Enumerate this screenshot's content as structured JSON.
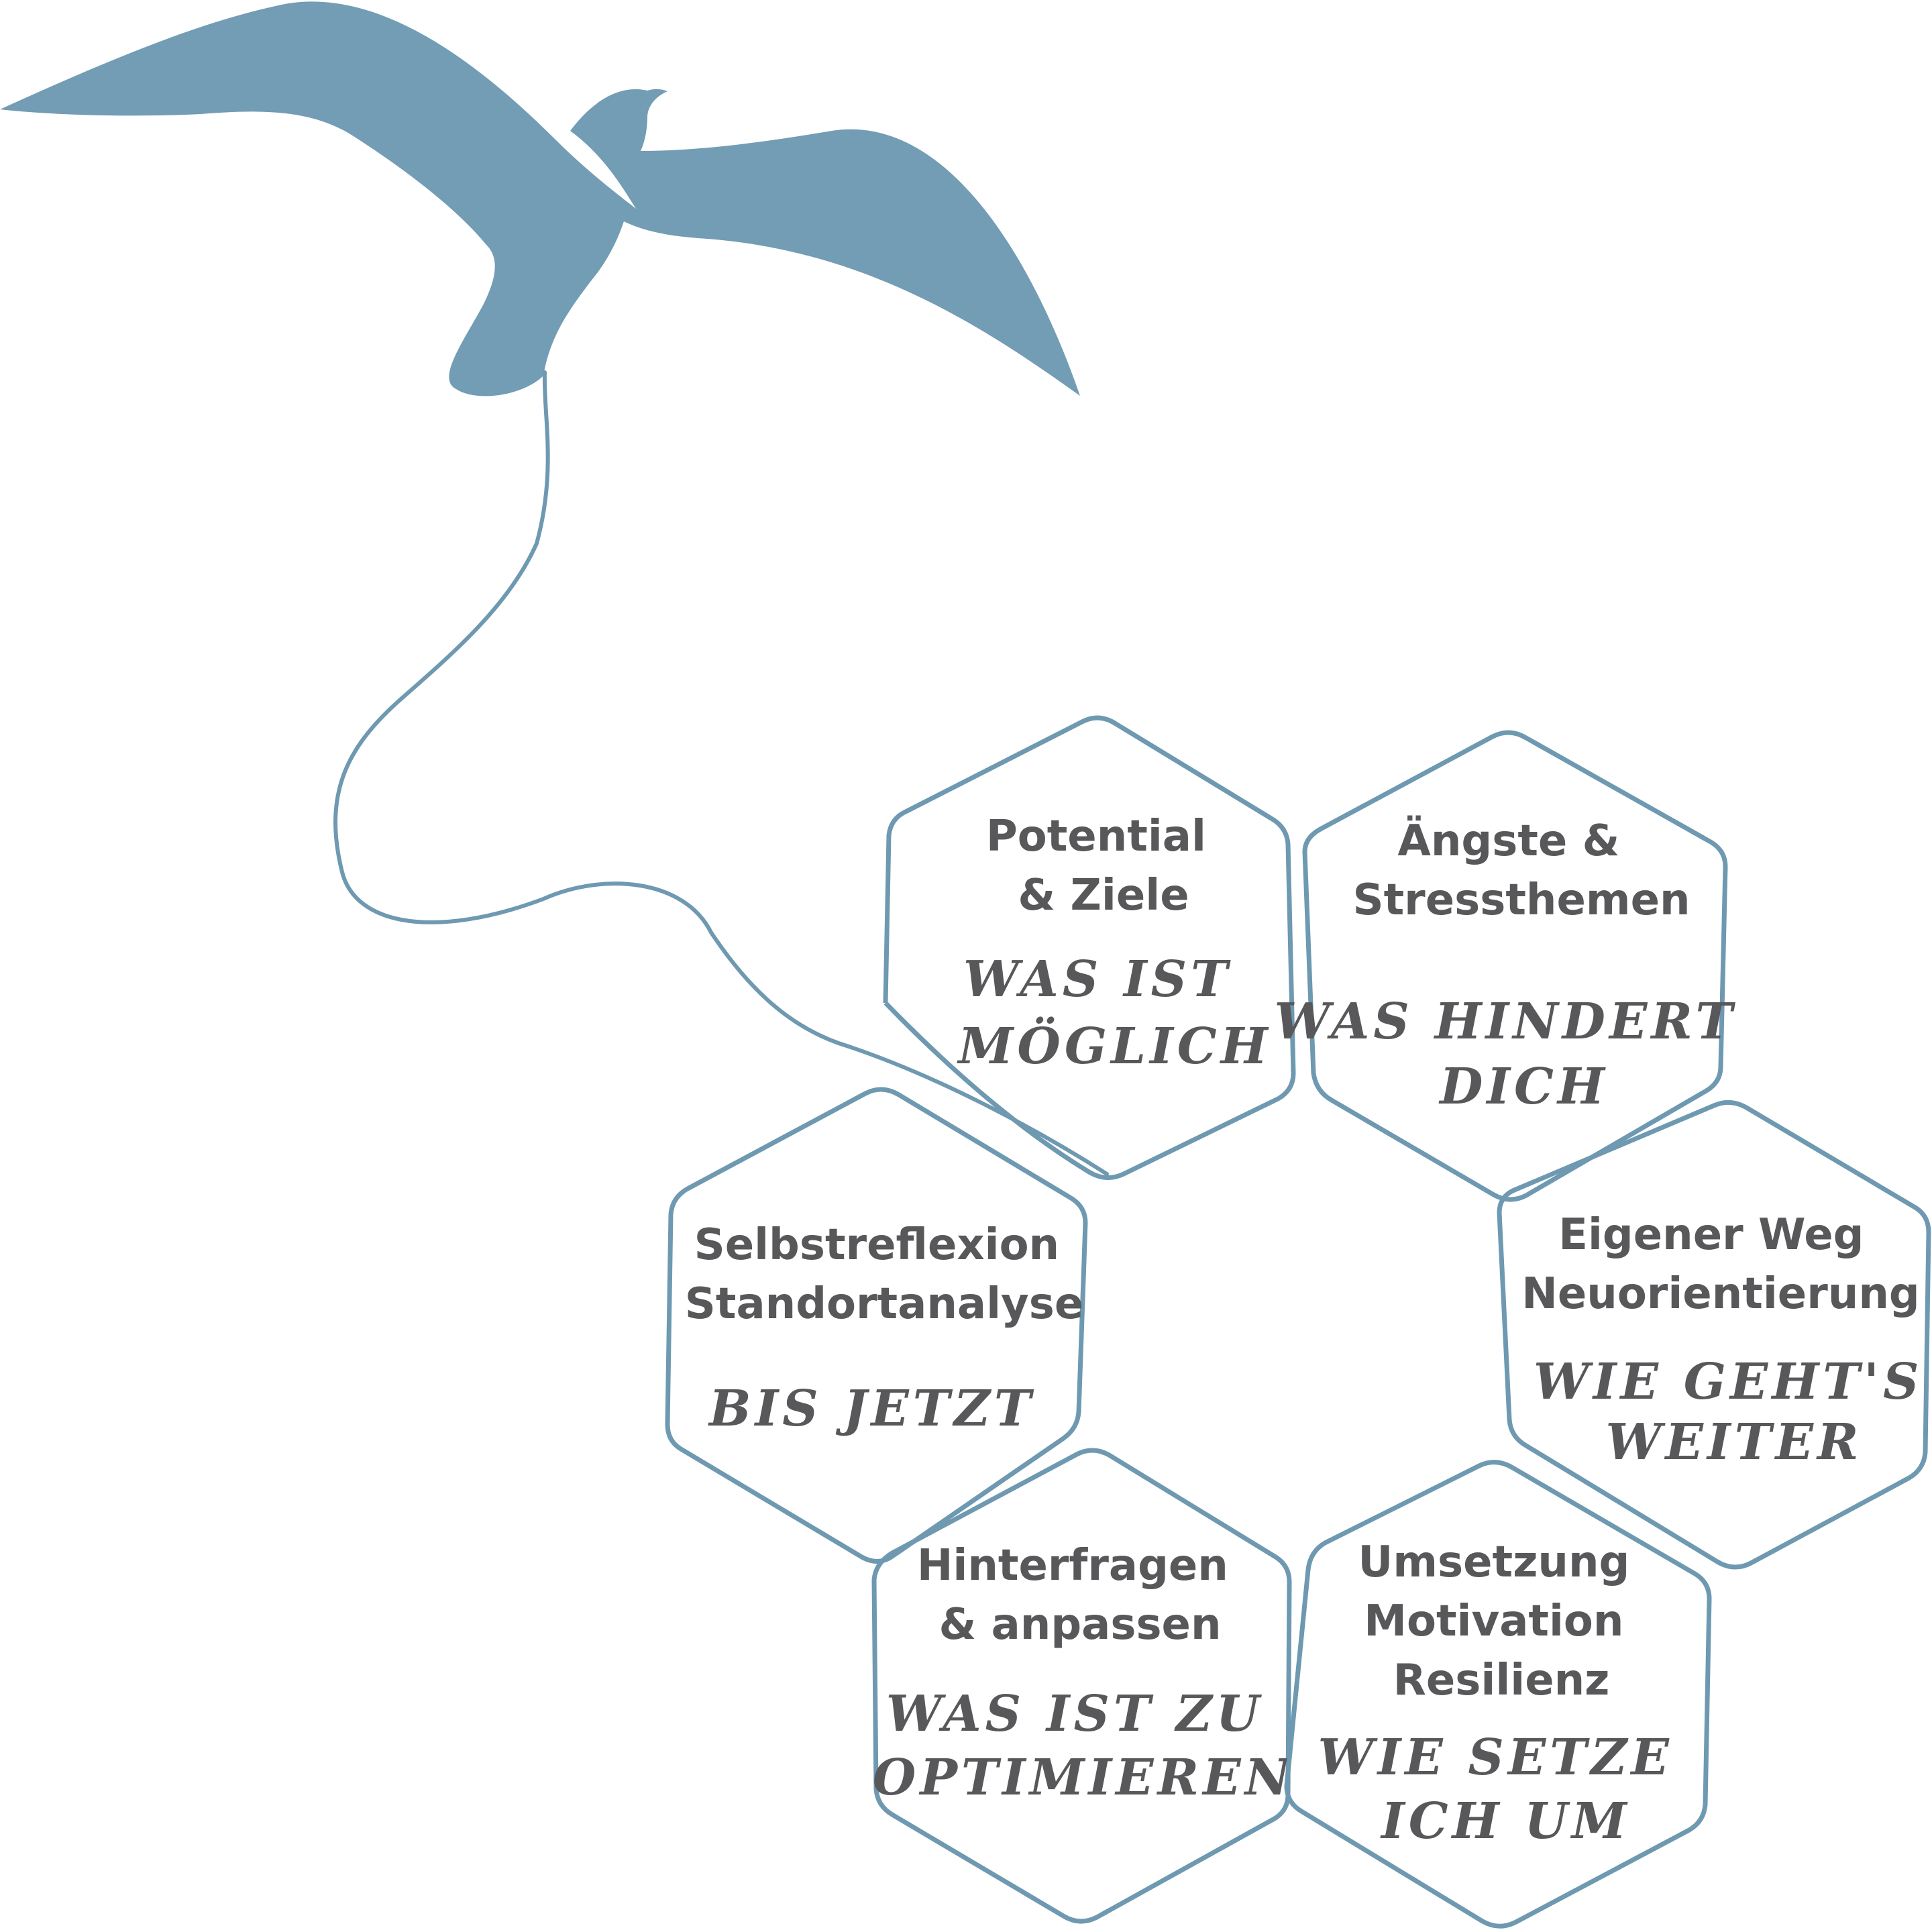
{
  "colors": {
    "accent": "#739cb5",
    "outline": "#6e99b1",
    "text": "#58585a",
    "background": "#ffffff"
  },
  "bird": {
    "icon": "seagull-icon"
  },
  "hexagons": [
    {
      "title": [
        "Potential",
        "& Ziele"
      ],
      "script": [
        "WAS IST",
        "MÖGLICH"
      ]
    },
    {
      "title": [
        "Ängste &",
        "Stressthemen"
      ],
      "script": [
        "WAS HINDERT",
        "DICH"
      ]
    },
    {
      "title": [
        "Selbstreflexion",
        "Standortanalyse"
      ],
      "script": [
        "BIS JETZT"
      ]
    },
    {
      "title": [
        "Eigener Weg",
        "Neuorientierung"
      ],
      "script": [
        "WIE GEHT'S",
        "WEITER"
      ]
    },
    {
      "title": [
        "Hinterfragen",
        "& anpassen"
      ],
      "script": [
        "WAS IST ZU",
        "OPTIMIEREN"
      ]
    },
    {
      "title": [
        "Umsetzung",
        "Motivation",
        "Resilienz"
      ],
      "script": [
        "WIE SETZE",
        "ICH UM"
      ]
    }
  ]
}
